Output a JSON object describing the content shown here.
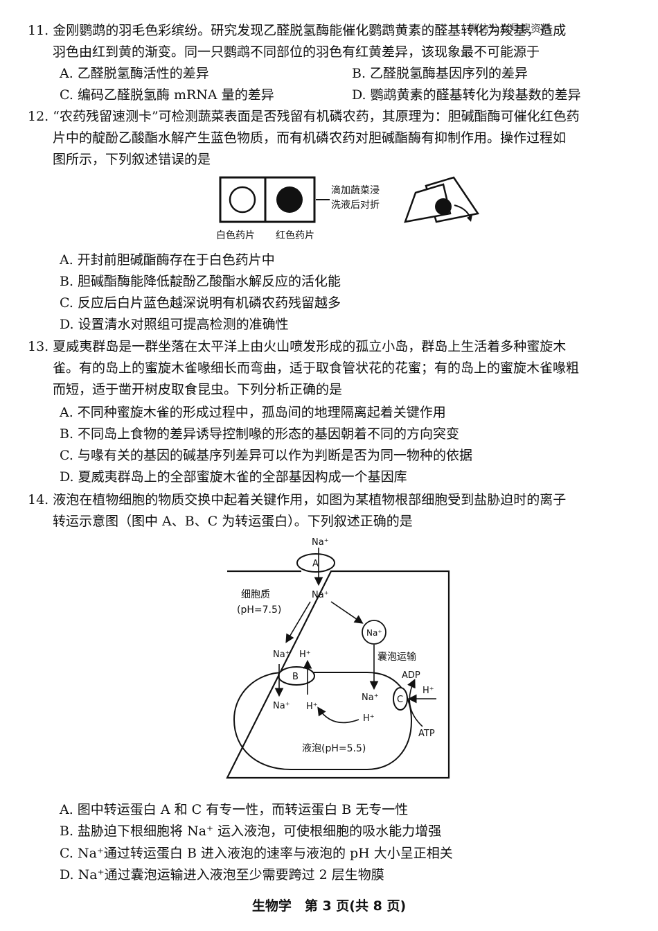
{
  "watermark": "微信公众号搜资料",
  "questions": [
    {
      "lines": [
        "11. 金刚鹦鹉的羽毛色彩缤纷。研究发现乙醛脱氢酶能催化鹦鹉黄素的醛基转化为羧基，造成",
        "羽色由红到黄的渐变。同一只鹦鹉不同部位的羽色有红黄差异，该现象最不可能源于"
      ],
      "options": [
        "A. 乙醛脱氢酶活性的差异",
        "B. 乙醛脱氢酶基因序列的差异",
        "C. 编码乙醛脱氢酶 mRNA 量的差异",
        "D. 鹦鹉黄素的醛基转化为羧基数的差异"
      ]
    },
    {
      "lines": [
        "12. “农药残留速测卡”可检测蔬菜表面是否残留有机磷农药，其原理为：胆碱酯酶可催化红色药",
        "片中的靛酚乙酸酯水解产生蓝色物质，而有机磷农药对胆碱酯酶有抑制作用。操作过程如",
        "图所示，下列叙述错误的是"
      ],
      "figure": {
        "white_label": "白色药片",
        "red_label": "红色药片",
        "step_line1": "滴加蔬菜浸",
        "step_line2": "洗液后对折"
      },
      "options": [
        "A. 开封前胆碱酯酶存在于白色药片中",
        "B. 胆碱酯酶能降低靛酚乙酸酯水解反应的活化能",
        "C. 反应后白片蓝色越深说明有机磷农药残留越多",
        "D. 设置清水对照组可提高检测的准确性"
      ]
    },
    {
      "lines": [
        "13. 夏威夷群岛是一群坐落在太平洋上由火山喷发形成的孤立小岛，群岛上生活着多种蜜旋木",
        "雀。有的岛上的蜜旋木雀喙细长而弯曲，适于取食管状花的花蜜；有的岛上的蜜旋木雀喙粗",
        "而短，适于凿开树皮取食昆虫。下列分析正确的是"
      ],
      "options": [
        "A. 不同种蜜旋木雀的形成过程中，孤岛间的地理隔离起着关键作用",
        "B. 不同岛上食物的差异诱导控制喙的形态的基因朝着不同的方向突变",
        "C. 与喙有关的基因的碱基序列差异可以作为判断是否为同一物种的依据",
        "D. 夏威夷群岛上的全部蜜旋木雀的全部基因构成一个基因库"
      ]
    },
    {
      "lines": [
        "14. 液泡在植物细胞的物质交换中起着关键作用，如图为某植物根部细胞受到盐胁迫时的离子",
        "转运示意图（图中 A、B、C 为转运蛋白）。下列叙述正确的是"
      ],
      "figure": {
        "na": "Na⁺",
        "h": "H⁺",
        "protein_a": "A",
        "protein_b": "B",
        "protein_c": "C",
        "cytoplasm": "细胞质",
        "cytoplasm_ph": "(pH=7.5)",
        "vesicle_label": "囊泡运输",
        "adp": "ADP",
        "atp": "ATP",
        "vacuole": "液泡(pH=5.5)"
      },
      "options": [
        "A. 图中转运蛋白 A 和 C 有专一性，而转运蛋白 B 无专一性",
        "B. 盐胁迫下根细胞将 Na⁺ 运入液泡，可使根细胞的吸水能力增强",
        "C. Na⁺通过转运蛋白 B 进入液泡的速率与液泡的 pH 大小呈正相关",
        "D. Na⁺通过囊泡运输进入液泡至少需要跨过 2 层生物膜"
      ]
    }
  ],
  "footer": "生物学　第 3 页(共 8 页)"
}
